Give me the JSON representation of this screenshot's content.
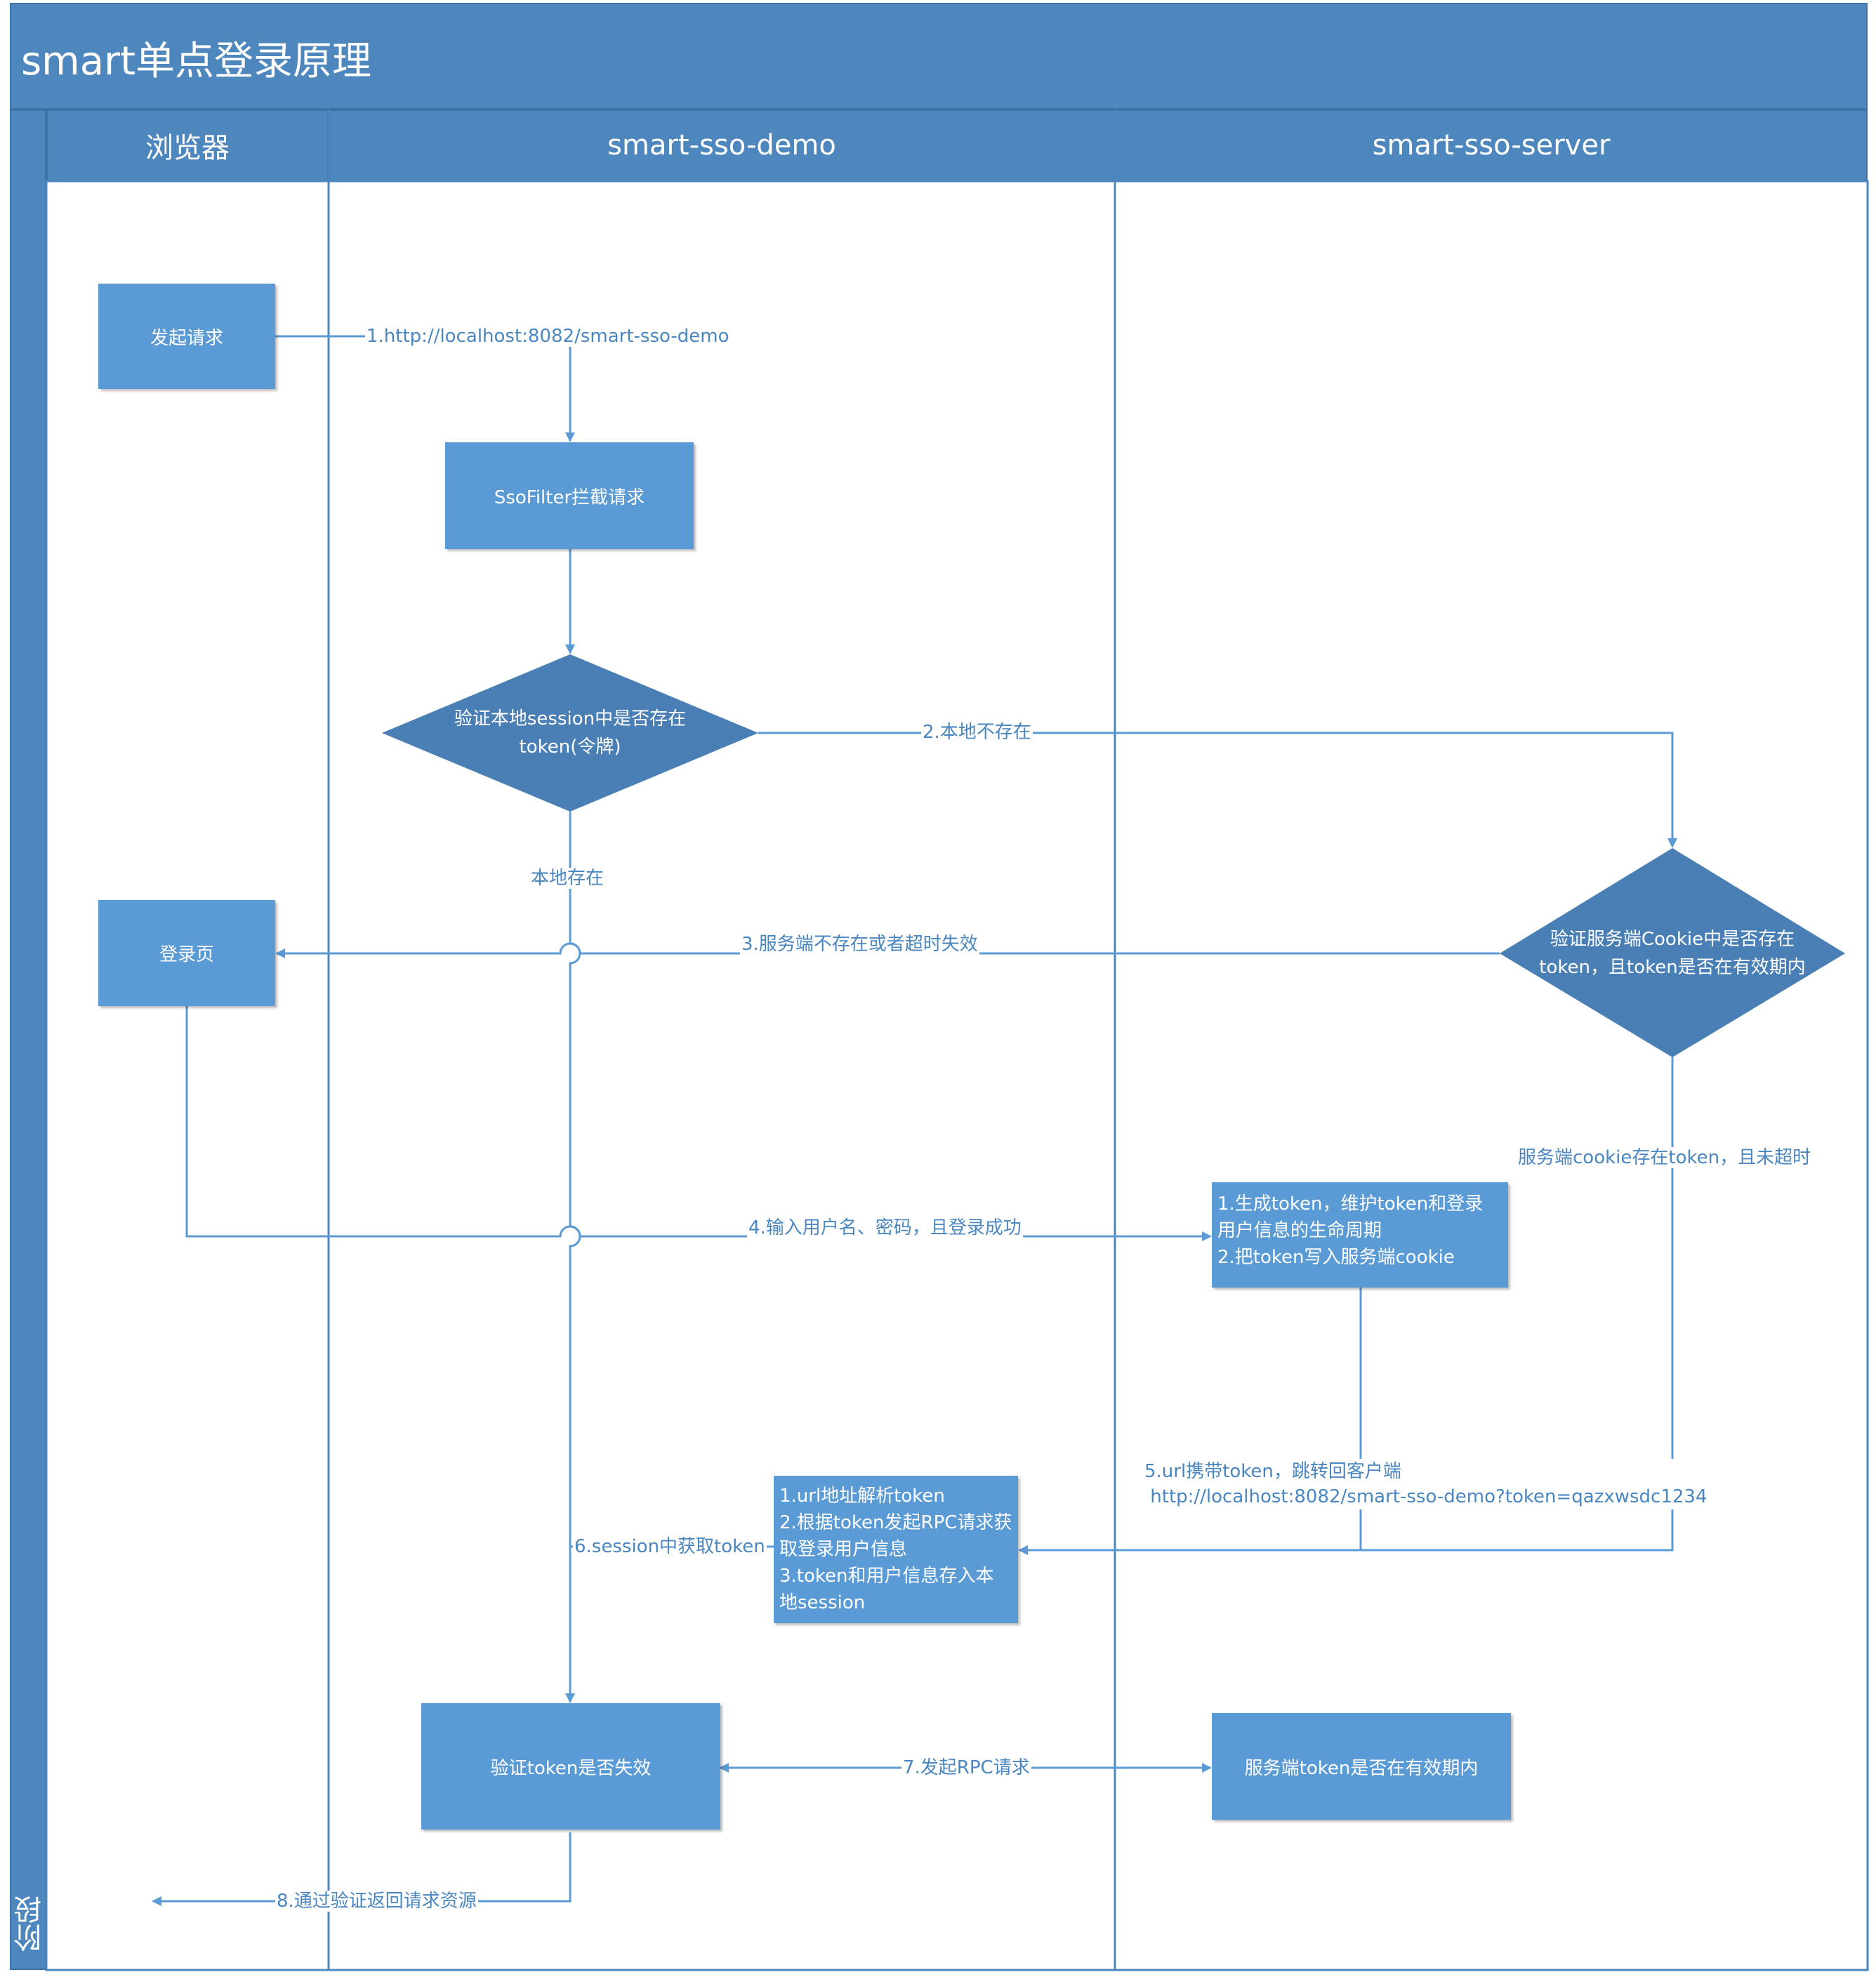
{
  "title": "smart单点登录原理",
  "phase_label": "阶段",
  "lanes": {
    "browser": "浏览器",
    "demo": "smart-sso-demo",
    "server": "smart-sso-server"
  },
  "boxes": {
    "start_request": "发起请求",
    "sso_filter": "SsoFilter拦截请求",
    "login_page": "登录页",
    "generate_token": "1.生成token，维护token和登录\n用户信息的生命周期\n2.把token写入服务端cookie",
    "parse_token": "1.url地址解析token\n2.根据token发起RPC请求获\n取登录用户信息\n3.token和用户信息存入本\n地session",
    "verify_token": "验证token是否失效",
    "server_token_valid": "服务端token是否在有效期内"
  },
  "decisions": {
    "local_session": "验证本地session中是否存在\ntoken(令牌)",
    "server_cookie": "验证服务端Cookie中是否存在\ntoken，且token是否在有效期内"
  },
  "edge_labels": {
    "step1": "1.http://localhost:8082/smart-sso-demo",
    "step2": "2.本地不存在",
    "local_exists": "本地存在",
    "step3": "3.服务端不存在或者超时失效",
    "cookie_exists": "服务端cookie存在token，且未超时",
    "step4": "4.输入用户名、密码，且登录成功",
    "step5": "5.url携带token，跳转回客户端\n http://localhost:8082/smart-sso-demo?token=qazxwsdc1234",
    "step6": "6.session中获取token",
    "step7": "7.发起RPC请求",
    "step8": "8.通过验证返回请求资源"
  },
  "colors": {
    "header": "#4e87bd",
    "box": "#5b9bd5",
    "diamond": "#4a7fb5",
    "line": "#5b9bd5",
    "label": "#4a86c0"
  }
}
